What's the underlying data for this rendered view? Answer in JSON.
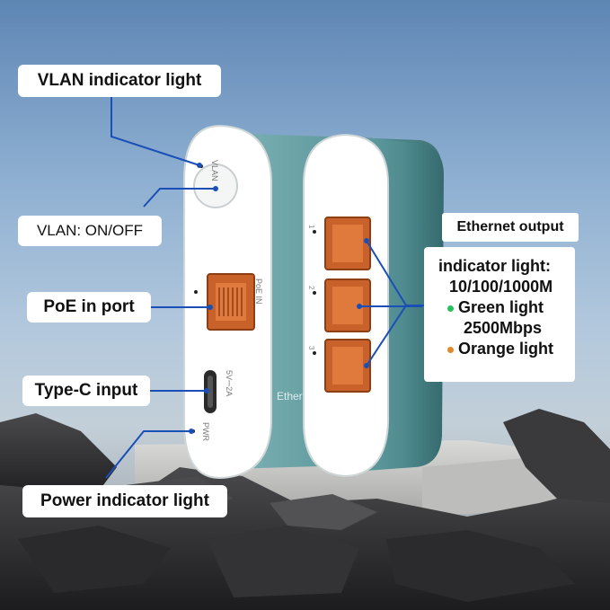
{
  "labels": {
    "vlan_indicator": "VLAN indicator light",
    "vlan_switch": "VLAN: ON/OFF",
    "poe_in": "PoE in port",
    "typec": "Type-C input",
    "power_indicator": "Power indicator light",
    "ethernet_output": "Ethernet output"
  },
  "spec": {
    "line1": "indicator light:",
    "line2": "10/100/1000M",
    "line3": "Green light",
    "line4": "2500Mbps",
    "line5": "Orange light"
  },
  "device_left": {
    "vlan_print": "VLAN",
    "poe_print": "PoE IN",
    "power_print": "5V⎓2A",
    "pwr_print": "PWR",
    "brand_print": "Ethern"
  },
  "device_right": {
    "port_numbers": [
      "1",
      "2",
      "3"
    ]
  },
  "colors": {
    "green_dot": "#27c061",
    "orange_dot": "#e0892a",
    "callout_line": "#1a4fb8",
    "device_shell": "#5f9a9e",
    "port_orange": "#d2672a"
  }
}
